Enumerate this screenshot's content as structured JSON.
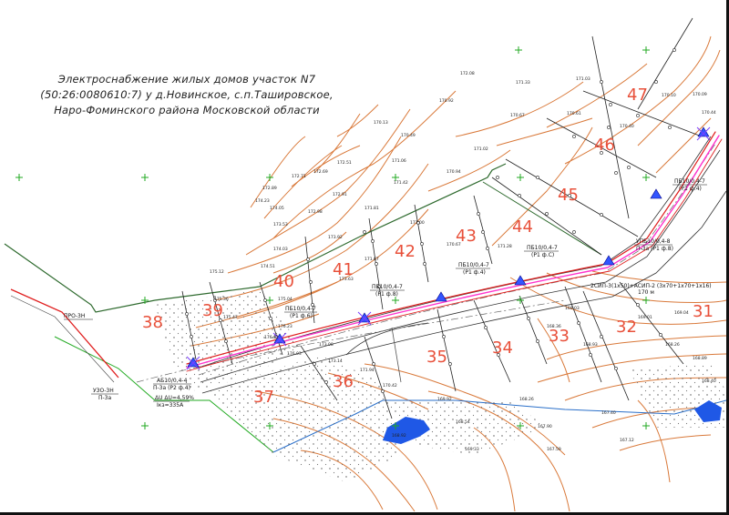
{
  "title": {
    "line1": "Электроснабжение жилых домов участок N7",
    "line2": "(50:26:0080610:7) у д.Новинское, с.п.Таширoвское,",
    "line3": "Наро-Фоминского района Московской области"
  },
  "plots": [
    "47",
    "46",
    "45",
    "44",
    "43",
    "42",
    "41",
    "40",
    "39",
    "38",
    "37",
    "36",
    "35",
    "34",
    "33",
    "32",
    "31"
  ],
  "labels": {
    "pro_3n": "ПРО-3Н",
    "uzo_3n": "УЗО-3Н",
    "p3a": "П-3а",
    "ab10": "АБ10/0,4-4",
    "ab10_sub": "П-3а (Р2 ф.4)",
    "du": "ΔU ΔU=4,59%",
    "ikz": "Iкз=335А",
    "pb10_a": "ПБ10/0,4-7",
    "pb10_a_sub": "(Р1 ф.6)",
    "pb10_b": "ПБ10/0,4-7",
    "pb10_b_sub": "(Р1 ф.8)",
    "pb10_c": "ПБ10/0,4-7",
    "pb10_c_sub": "(Р1 ф.4)",
    "pb10_d": "ПБ10/0,4-7",
    "pb10_d_sub": "(Р1 ф.С)",
    "pb10_e": "ПБ10/0,4-7",
    "pb10_e_sub": "(Р1 ф.4)",
    "upb10": "УПБ10/0,4-8",
    "upb10_sub": "П-3а (Р1 ф.8)",
    "sip_cable": "2СИП-3(1х50)+АСИП-2 (3х70+1х70+1х16)",
    "sip_len": "170 м"
  },
  "elev": [
    "172.08",
    "171.33",
    "171.03",
    "170.92",
    "170.61",
    "170.10",
    "170.40",
    "170.13",
    "170.49",
    "170.67",
    "172.51",
    "171.06",
    "170.94",
    "172.69",
    "172.71",
    "172.89",
    "174.23",
    "174.05",
    "172.91",
    "171.42",
    "171.02",
    "173.53",
    "172.98",
    "171.81",
    "171.00",
    "174.03",
    "173.92",
    "175.12",
    "174.51",
    "171.67",
    "170.67",
    "175.36",
    "175.04",
    "173.63",
    "171.28",
    "175.47",
    "176.23",
    "176.01",
    "176.03",
    "173.08",
    "173.14",
    "171.94",
    "170.42",
    "169.92",
    "168.54",
    "169.33",
    "168.26",
    "167.90",
    "167.59",
    "167.40",
    "167.12",
    "168.36",
    "169.03",
    "168.93",
    "169.01",
    "168.26",
    "169.04",
    "168.89",
    "168.40",
    "168.92",
    "170.09",
    "170.44"
  ],
  "colors": {
    "contour": "#d9793a",
    "plot_number": "#e8503a",
    "power_line": "#ff33cc",
    "existing_line": "#e01f1f",
    "boundary": "#2e6a2e",
    "water": "#1f58e6",
    "grid_cross": "#22aa22"
  }
}
